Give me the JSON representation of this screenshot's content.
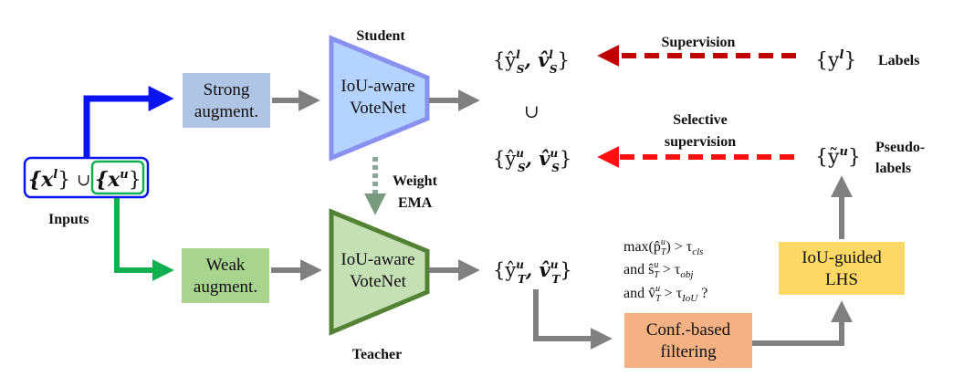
{
  "diagram": {
    "inputs": {
      "label": "Inputs",
      "labeled_set": "{x",
      "labeled_sup": "l",
      "union": "∪",
      "unlabeled_set": "{x",
      "unlabeled_sup": "u",
      "close_brace": "}"
    },
    "strong_augment": {
      "line1": "Strong",
      "line2": "augment."
    },
    "weak_augment": {
      "line1": "Weak",
      "line2": "augment."
    },
    "student": {
      "title": "Student",
      "line1": "IoU-aware",
      "line2": "VoteNet"
    },
    "teacher": {
      "title": "Teacher",
      "line1": "IoU-aware",
      "line2": "VoteNet"
    },
    "ema": {
      "line1": "Weight",
      "line2": "EMA"
    },
    "outputs": {
      "student_labeled": {
        "base1": "{ŷ",
        "sub1": "S",
        "sup1": "l",
        "sep": ", ",
        "base2": "v̂",
        "sub2": "S",
        "sup2": "l",
        "close": "}"
      },
      "union": "∪",
      "student_unlabeled": {
        "base1": "{ŷ",
        "sub1": "S",
        "sup1": "u",
        "sep": ", ",
        "base2": "v̂",
        "sub2": "S",
        "sup2": "u",
        "close": "}"
      },
      "teacher_unlabeled": {
        "base1": "{ŷ",
        "sub1": "T",
        "sup1": "u",
        "sep": ", ",
        "base2": "v̂",
        "sub2": "T",
        "sup2": "u",
        "close": "}"
      }
    },
    "supervision": {
      "label": "Supervision"
    },
    "selective_supervision": {
      "line1": "Selective",
      "line2": "supervision"
    },
    "labels": {
      "set": "{y",
      "sup": "l",
      "close": "}",
      "label": "Labels"
    },
    "pseudo_labels": {
      "set": "{ỹ",
      "sup": "u",
      "close": "}",
      "line1": "Pseudo-",
      "line2": "labels"
    },
    "conditions": {
      "line1": {
        "prefix": "max(p̂",
        "sup": "u",
        "sub": "T",
        "suffix": ") > τ",
        "tsub": "cls"
      },
      "line2": {
        "prefix": "and  ŝ",
        "sup": "u",
        "sub": "T",
        "suffix": " > τ",
        "tsub": "obj"
      },
      "line3": {
        "prefix": "and  v̂",
        "sup": "u",
        "sub": "T",
        "suffix": " > τ",
        "tsub": "IoU",
        "end": " ?"
      }
    },
    "filtering": {
      "line1": "Conf.-based",
      "line2": "filtering"
    },
    "lhs": {
      "line1": "IoU-guided",
      "line2": "LHS"
    },
    "colors": {
      "blue_path": "#0a14f0",
      "green_path": "#10b050",
      "gray_arrow": "#808080",
      "strong_box": "#b0c4e4",
      "weak_box": "#a8d490",
      "student_fill": "#b4d4ff",
      "student_stroke": "#8890f0",
      "teacher_fill": "#c4e0b4",
      "teacher_stroke": "#548235",
      "supervision_red": "#c00000",
      "selective_red": "#ff1010",
      "filter_box": "#f4b183",
      "lhs_box": "#ffd966",
      "ema_arrow": "#8aa898"
    }
  }
}
